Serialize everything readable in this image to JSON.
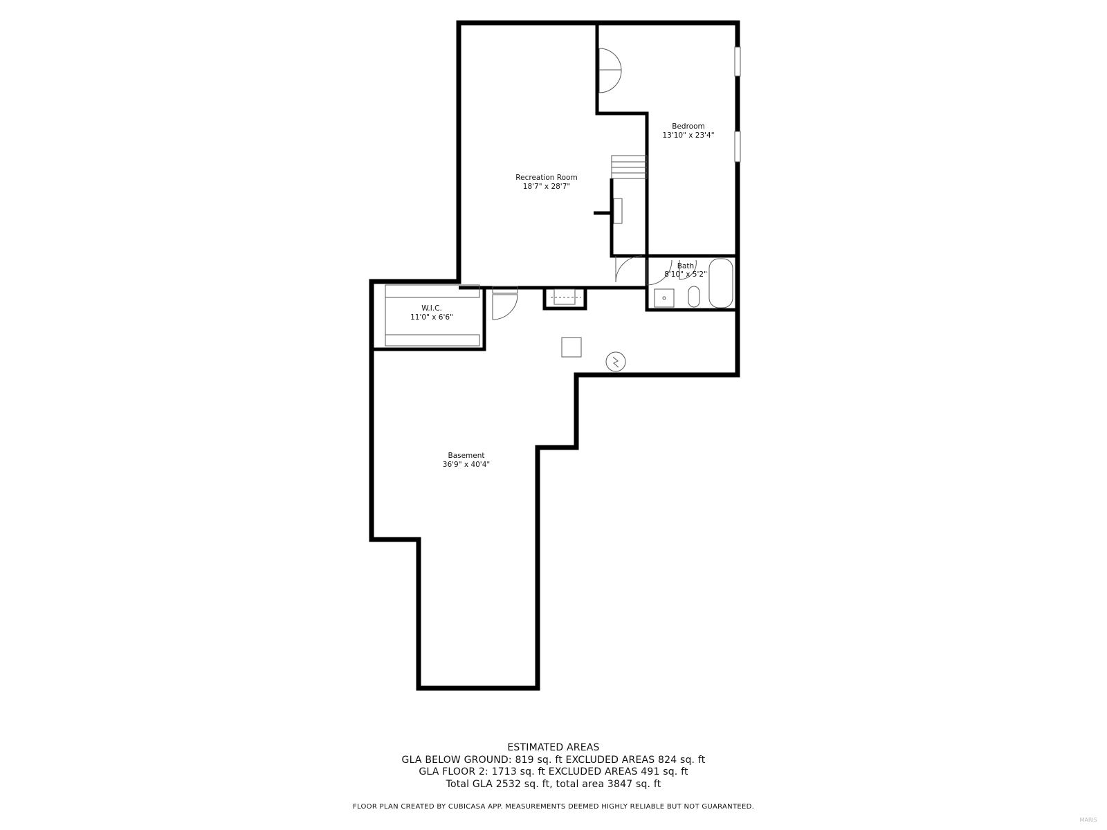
{
  "rooms": [
    {
      "id": "recreation",
      "name": "Recreation Room",
      "dims": "18'7\" x 28'7\""
    },
    {
      "id": "bedroom",
      "name": "Bedroom",
      "dims": "13'10\" x 23'4\""
    },
    {
      "id": "bath",
      "name": "Bath",
      "dims": "8'10\" x 5'2\""
    },
    {
      "id": "wic",
      "name": "W.I.C.",
      "dims": "11'0\" x 6'6\""
    },
    {
      "id": "basement",
      "name": "Basement",
      "dims": "36'9\" x 40'4\""
    }
  ],
  "summary": {
    "heading": "ESTIMATED AREAS",
    "line1": "GLA BELOW GROUND: 819 sq. ft EXCLUDED AREAS 824 sq. ft",
    "line2": "GLA FLOOR 2: 1713 sq. ft EXCLUDED AREAS 491 sq. ft",
    "line3": "Total GLA 2532 sq. ft, total area 3847 sq. ft"
  },
  "disclaimer": "FLOOR PLAN CREATED BY CUBICASA APP. MEASUREMENTS DEEMED HIGHLY RELIABLE BUT NOT GUARANTEED.",
  "watermark": "MARIS",
  "colors": {
    "wall": "#000000",
    "fixture": "#555555",
    "background": "#ffffff"
  }
}
